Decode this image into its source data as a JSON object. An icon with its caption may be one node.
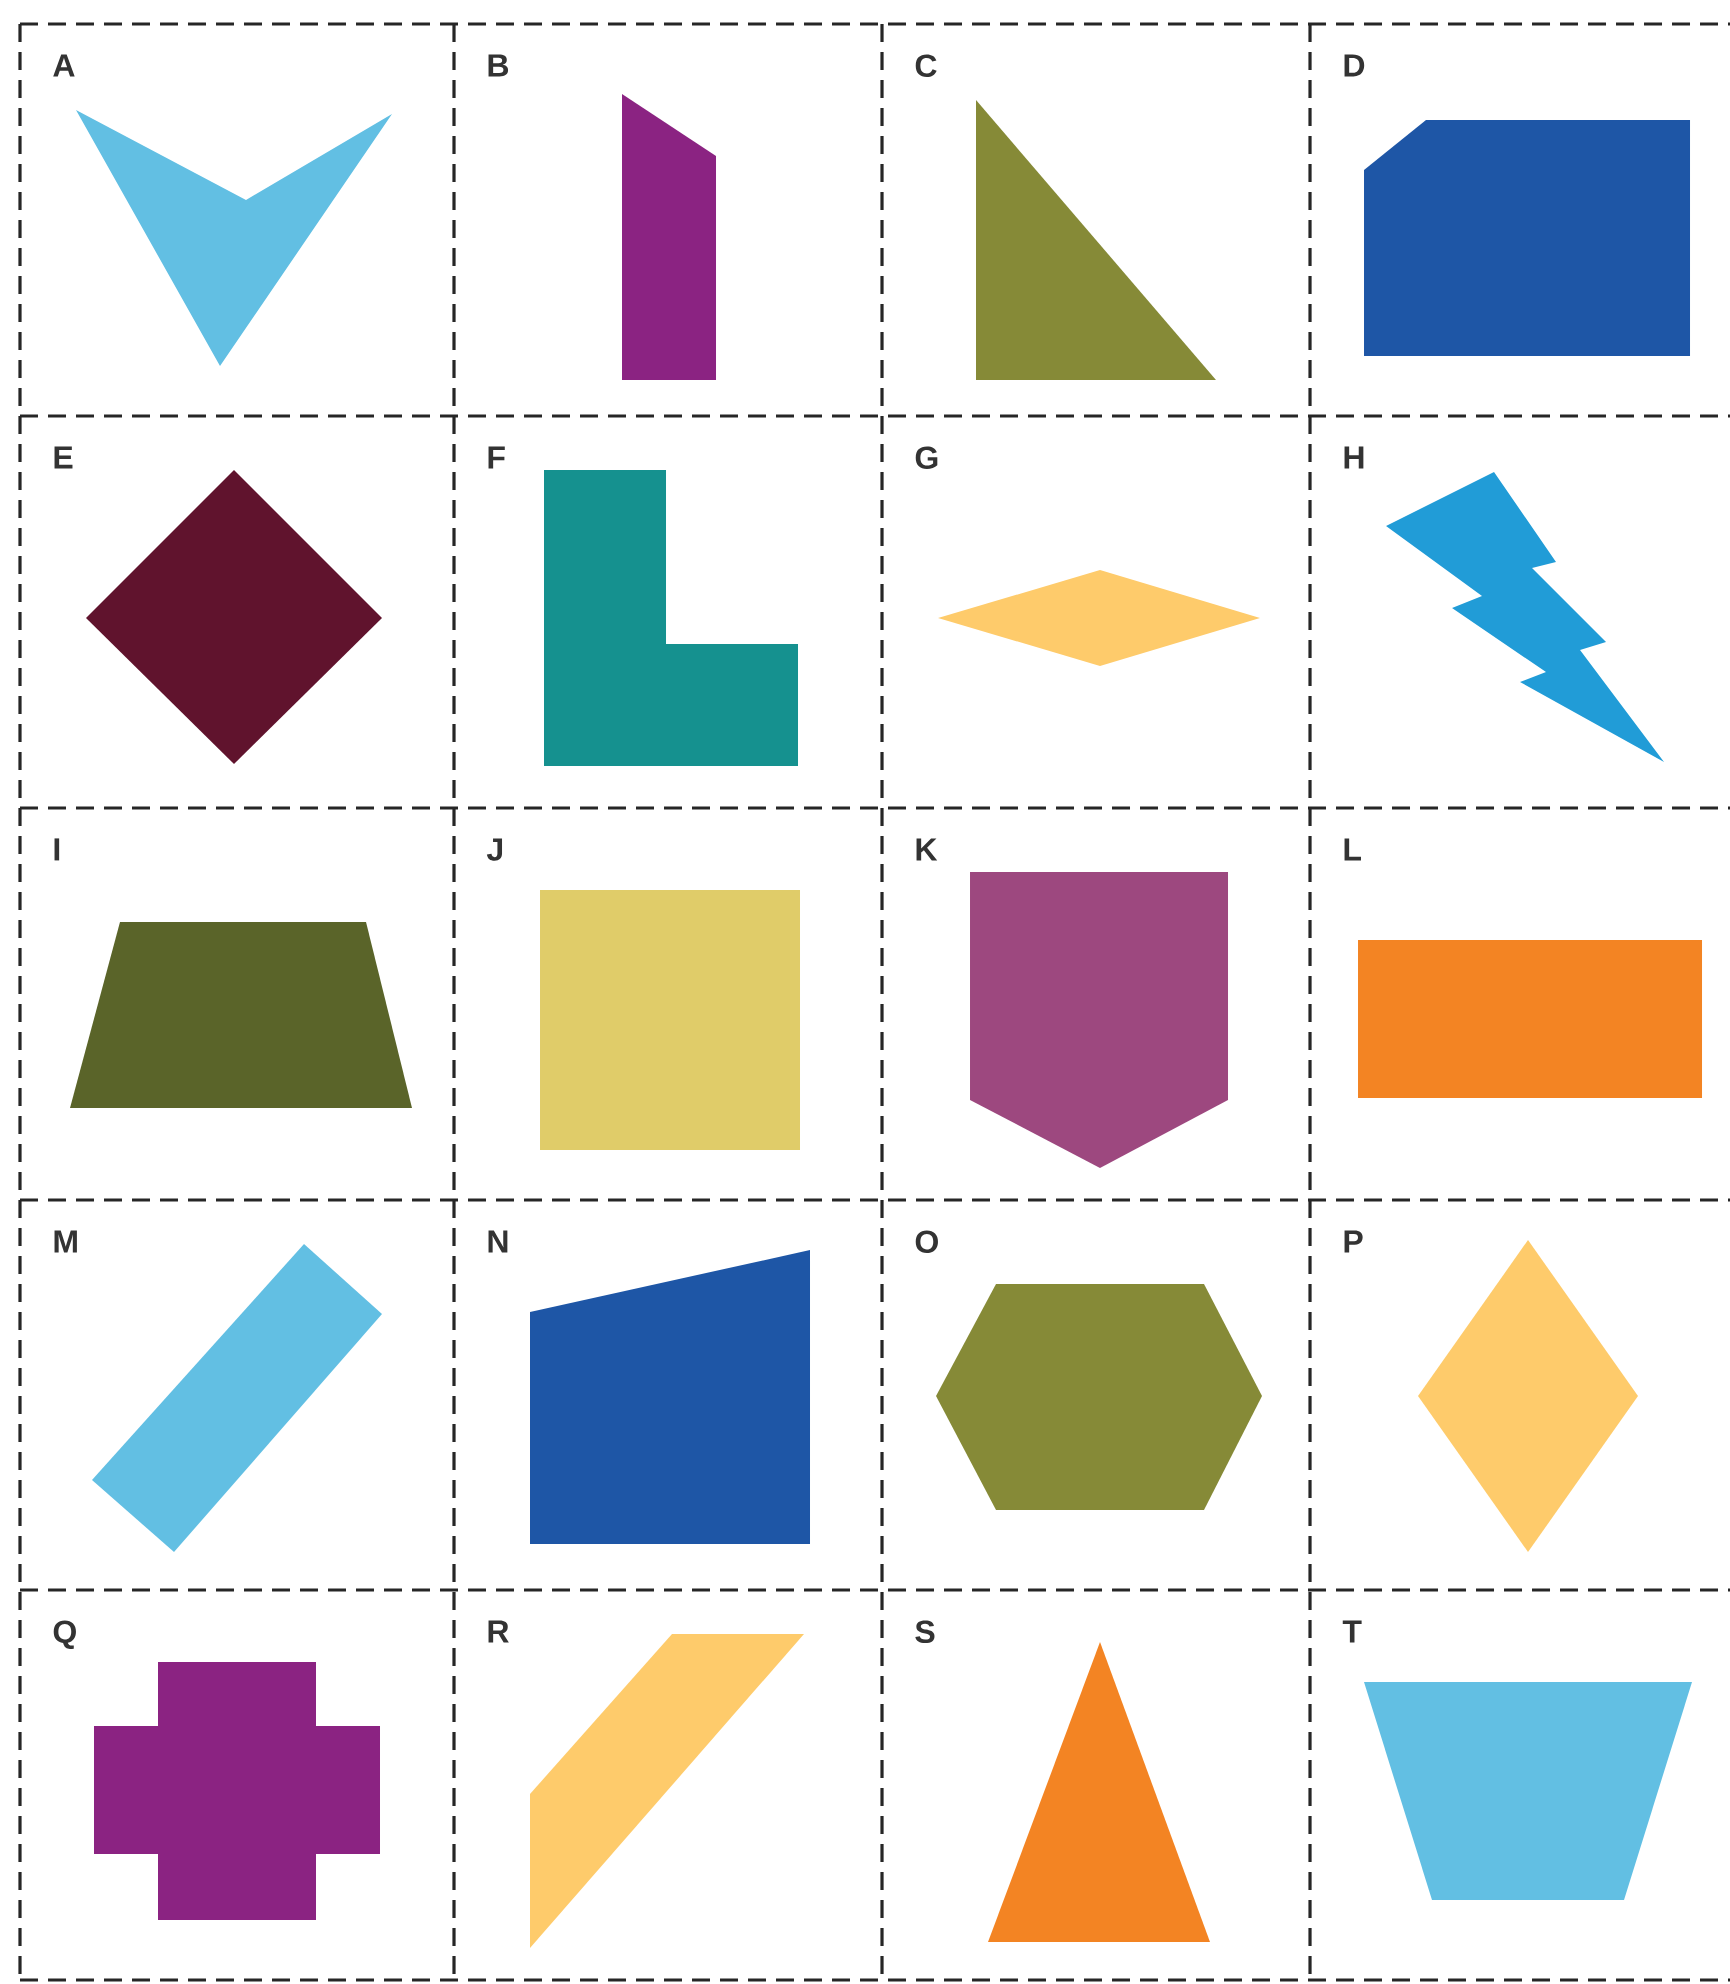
{
  "diagram": {
    "nodes": [
      {
        "text": [],
        "shape": "chevron"
      },
      {
        "text": [],
        "shape": "trapezoid"
      },
      {
        "text": [],
        "shape": "triangle"
      },
      {
        "text": [],
        "shape": "pentagon"
      },
      {
        "text": [],
        "shape": "square"
      },
      {
        "text": [],
        "shape": "l-shape"
      },
      {
        "text": [],
        "shape": "diamond"
      },
      {
        "text": [],
        "shape": "lightning"
      },
      {
        "text": [],
        "shape": "trapezoid"
      },
      {
        "text": [],
        "shape": "square"
      },
      {
        "text": [],
        "shape": "pentagon"
      },
      {
        "text": [],
        "shape": "rectangle"
      },
      {
        "text": [],
        "shape": "rectangle"
      },
      {
        "text": [],
        "shape": "trapezoid"
      },
      {
        "text": [],
        "shape": "hexagon"
      },
      {
        "text": [],
        "shape": "diamond"
      },
      {
        "text": [],
        "shape": "cross"
      },
      {
        "text": [],
        "shape": "parallelogram"
      },
      {
        "text": [],
        "shape": "triangle"
      },
      {
        "text": [],
        "shape": "trapezoid"
      }
    ],
    "labels": [
      "A",
      "B",
      "C",
      "D",
      "E",
      "F",
      "G",
      "H",
      "I",
      "J",
      "K",
      "L",
      "M",
      "N",
      "O",
      "P",
      "Q",
      "R",
      "S",
      "T"
    ]
  }
}
